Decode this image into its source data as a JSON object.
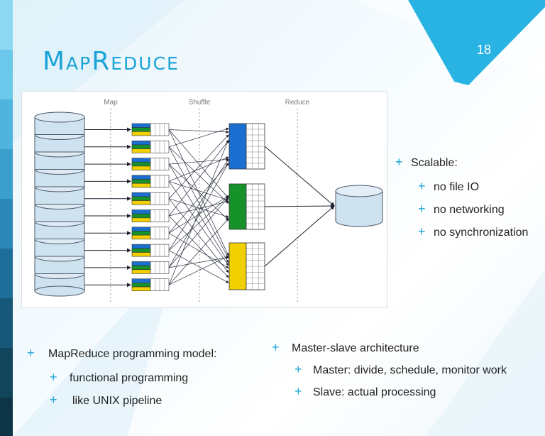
{
  "slide": {
    "title": "MapReduce",
    "page_number": "18"
  },
  "diagram": {
    "phases": [
      "Map",
      "Shuffle",
      "Reduce"
    ],
    "source_disk_count": 10,
    "mapper_count": 10,
    "reducer_colors": [
      "#1a6fd0",
      "#17922a",
      "#f2d000"
    ],
    "mapper_colors": [
      "#1a6fd0",
      "#17922a",
      "#f2d000"
    ]
  },
  "bullets": {
    "scalable": {
      "label": "Scalable:",
      "items": [
        "no file IO",
        "no networking",
        "no synchronization"
      ]
    },
    "programming_model": {
      "label": "MapReduce programming model:",
      "items": [
        "functional programming",
        "like UNIX pipeline"
      ]
    },
    "architecture": {
      "label": "Master-slave architecture",
      "items": [
        "Master: divide, schedule, monitor work",
        "Slave: actual processing"
      ]
    }
  },
  "colors": {
    "accent": "#1aa3d8",
    "bullet_plus": "#1aa3d8",
    "title": "#1aa3d8",
    "page_badge": "#29b3e3"
  }
}
